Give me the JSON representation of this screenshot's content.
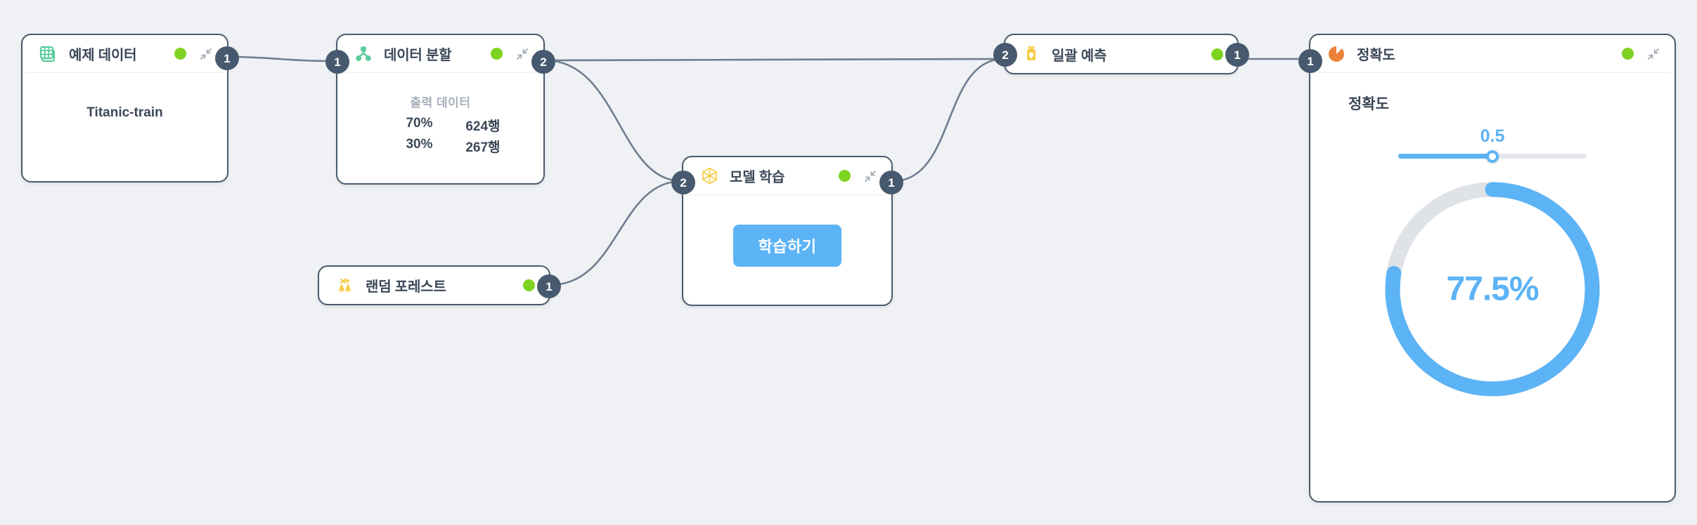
{
  "canvas": {
    "background_color": "#eff1f4",
    "edge_color": "#6d7d8f",
    "port_color": "#47596e",
    "accent_blue": "#5cb3f5",
    "status_green": "#7ed321"
  },
  "nodes": {
    "dataset": {
      "title": "예제 데이터",
      "icon": "table-grid-icon",
      "icon_color": "#57cc99",
      "status": "ready",
      "ports_in": [],
      "ports_out": [
        "1"
      ],
      "body": {
        "dataset_name": "Titanic-train"
      }
    },
    "split": {
      "title": "데이터 분할",
      "icon": "split-tree-icon",
      "icon_color": "#57cc99",
      "status": "ready",
      "ports_in": [
        "1"
      ],
      "ports_out": [
        "2"
      ],
      "body": {
        "caption": "출력 데이터",
        "rows": [
          {
            "pct": "70%",
            "count": "624행"
          },
          {
            "pct": "30%",
            "count": "267행"
          }
        ]
      }
    },
    "random_forest": {
      "title": "랜덤 포레스트",
      "icon": "forest-icon",
      "icon_color": "#f5cb45",
      "status": "ready",
      "ports_in": [],
      "ports_out": [
        "1"
      ]
    },
    "train": {
      "title": "모델 학습",
      "icon": "polyhedron-icon",
      "icon_color": "#f5cb45",
      "status": "ready",
      "ports_in": [
        "2"
      ],
      "ports_out": [
        "1"
      ],
      "body": {
        "train_button": "학습하기"
      }
    },
    "predict": {
      "title": "일괄 예측",
      "icon": "jar-bulb-icon",
      "icon_color": "#f5cb45",
      "status": "ready",
      "ports_in": [
        "2"
      ],
      "ports_out": [
        "1"
      ]
    },
    "accuracy": {
      "title": "정확도",
      "icon": "pie-chart-icon",
      "icon_color": "#ec8239",
      "status": "ready",
      "ports_in": [
        "1"
      ],
      "ports_out": [],
      "body": {
        "subtitle": "정확도",
        "threshold_value": "0.5",
        "threshold_pct": 50,
        "gauge_label": "77.5%",
        "gauge_pct": 77.5
      }
    }
  }
}
